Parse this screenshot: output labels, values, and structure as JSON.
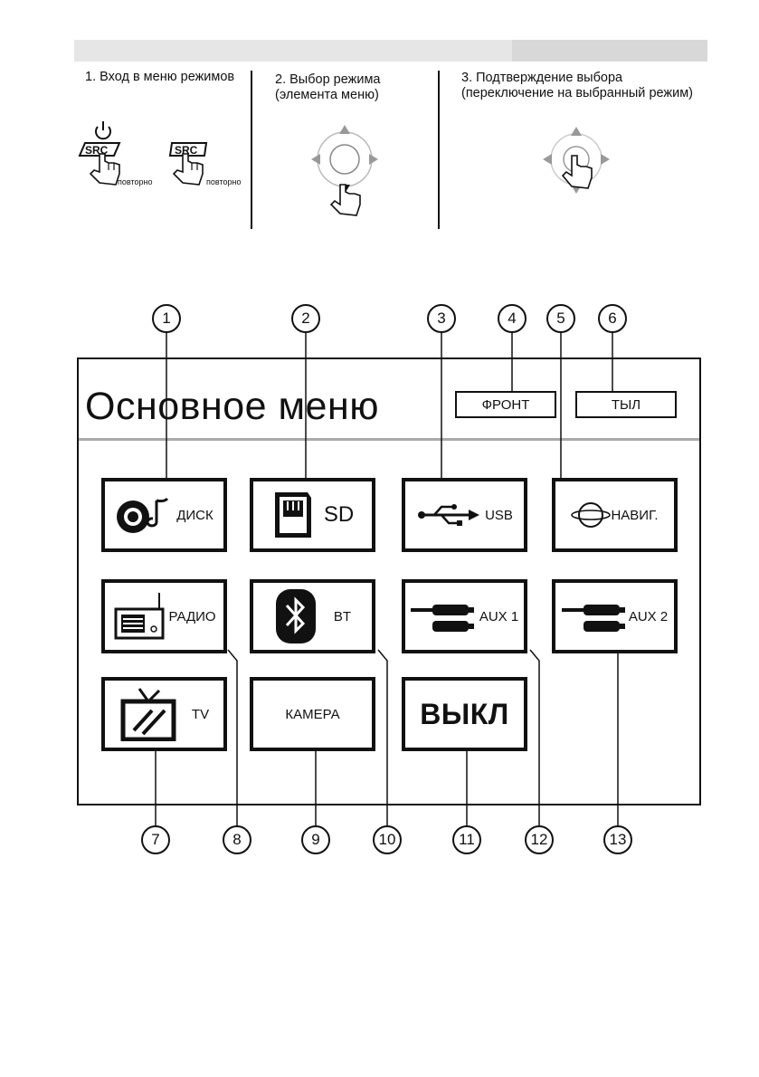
{
  "steps": [
    {
      "title_line1": "1. Вход в меню режимов",
      "title_line2": ""
    },
    {
      "title_line1": "2. Выбор режима",
      "title_line2": "(элемента меню)"
    },
    {
      "title_line1": "3. Подтверждение выбора",
      "title_line2": "(переключение на выбранный режим)"
    }
  ],
  "src_label": "SRC",
  "repeat_label": "повторно",
  "menu": {
    "title": "Основное меню",
    "front_label": "ФРОНТ",
    "rear_label": "ТЫЛ",
    "tiles": {
      "disc": "ДИСК",
      "sd": "SD",
      "usb": "USB",
      "nav": "НАВИГ.",
      "radio": "РАДИО",
      "bt": "BT",
      "aux1": "AUX 1",
      "aux2": "AUX 2",
      "tv": "TV",
      "camera": "КАМЕРА",
      "off": "ВЫКЛ"
    }
  },
  "callouts": [
    "1",
    "2",
    "3",
    "4",
    "5",
    "6",
    "7",
    "8",
    "9",
    "10",
    "11",
    "12",
    "13"
  ]
}
